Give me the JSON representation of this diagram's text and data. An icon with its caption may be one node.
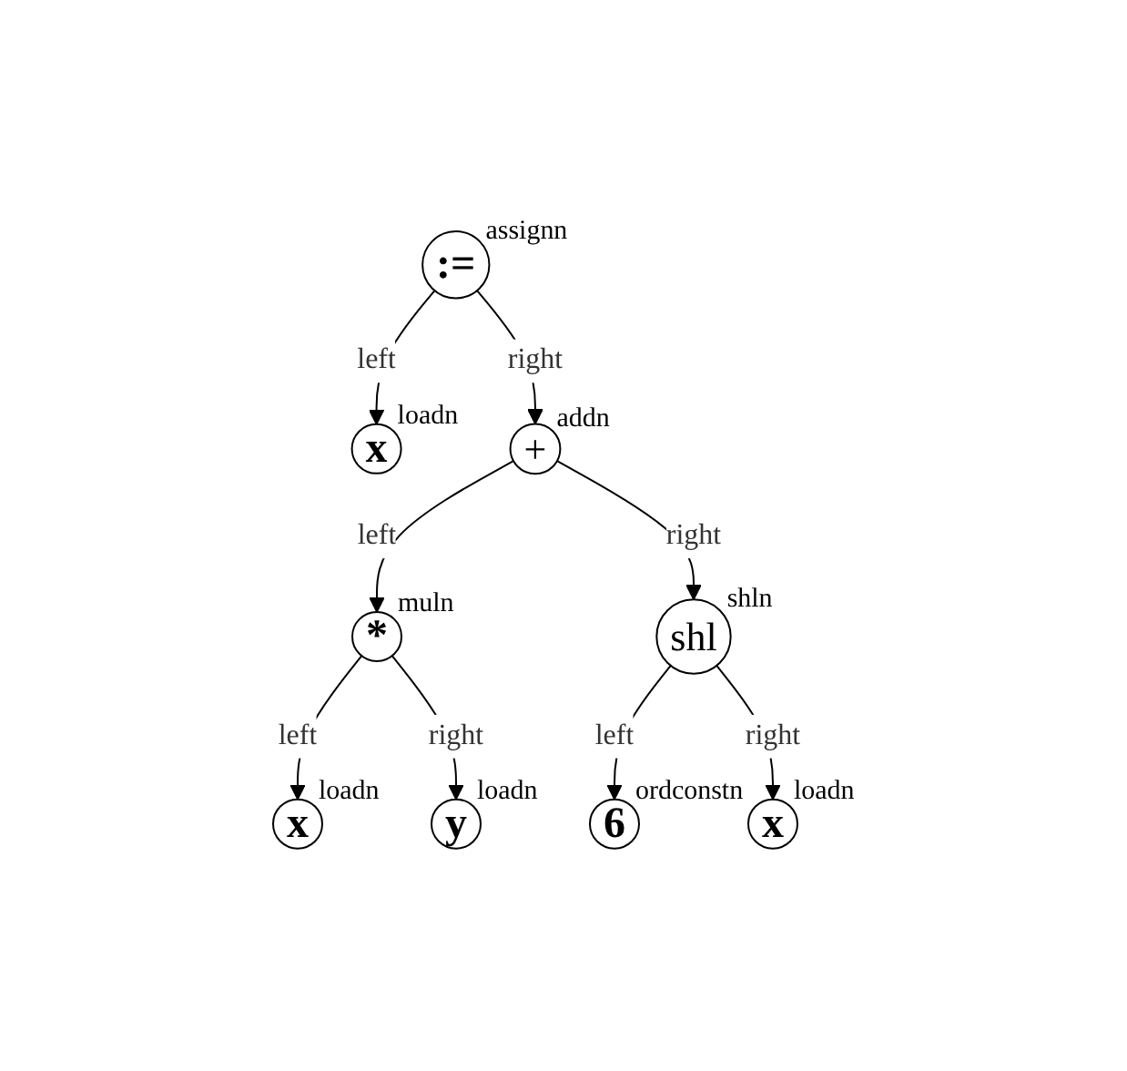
{
  "diagram": {
    "nodes": [
      {
        "text": [
          ":="
        ],
        "beside": [
          "assignn"
        ]
      },
      {
        "text": [
          "x"
        ],
        "beside": [
          "loadn"
        ]
      },
      {
        "text": [
          "+"
        ],
        "beside": [
          "addn"
        ]
      },
      {
        "text": [
          "*"
        ],
        "beside": [
          "muln"
        ]
      },
      {
        "text": [
          "shl"
        ],
        "beside": [
          "shln"
        ]
      },
      {
        "text": [
          "x"
        ],
        "beside": [
          "loadn"
        ]
      },
      {
        "text": [
          "y"
        ],
        "beside": [
          "loadn"
        ]
      },
      {
        "text": [
          "6"
        ],
        "beside": [
          "ordconstn"
        ]
      },
      {
        "text": [
          "x"
        ],
        "beside": [
          "loadn"
        ]
      }
    ],
    "edges": [
      {
        "from": 0,
        "to": 1,
        "arrow": "to",
        "label": "left"
      },
      {
        "from": 0,
        "to": 2,
        "arrow": "to",
        "label": "right"
      },
      {
        "from": 2,
        "to": 3,
        "arrow": "to",
        "label": "left"
      },
      {
        "from": 2,
        "to": 4,
        "arrow": "to",
        "label": "right"
      },
      {
        "from": 3,
        "to": 5,
        "arrow": "to",
        "label": "left"
      },
      {
        "from": 3,
        "to": 6,
        "arrow": "to",
        "label": "right"
      },
      {
        "from": 4,
        "to": 7,
        "arrow": "to",
        "label": "left"
      },
      {
        "from": 4,
        "to": 8,
        "arrow": "to",
        "label": "right"
      }
    ]
  }
}
